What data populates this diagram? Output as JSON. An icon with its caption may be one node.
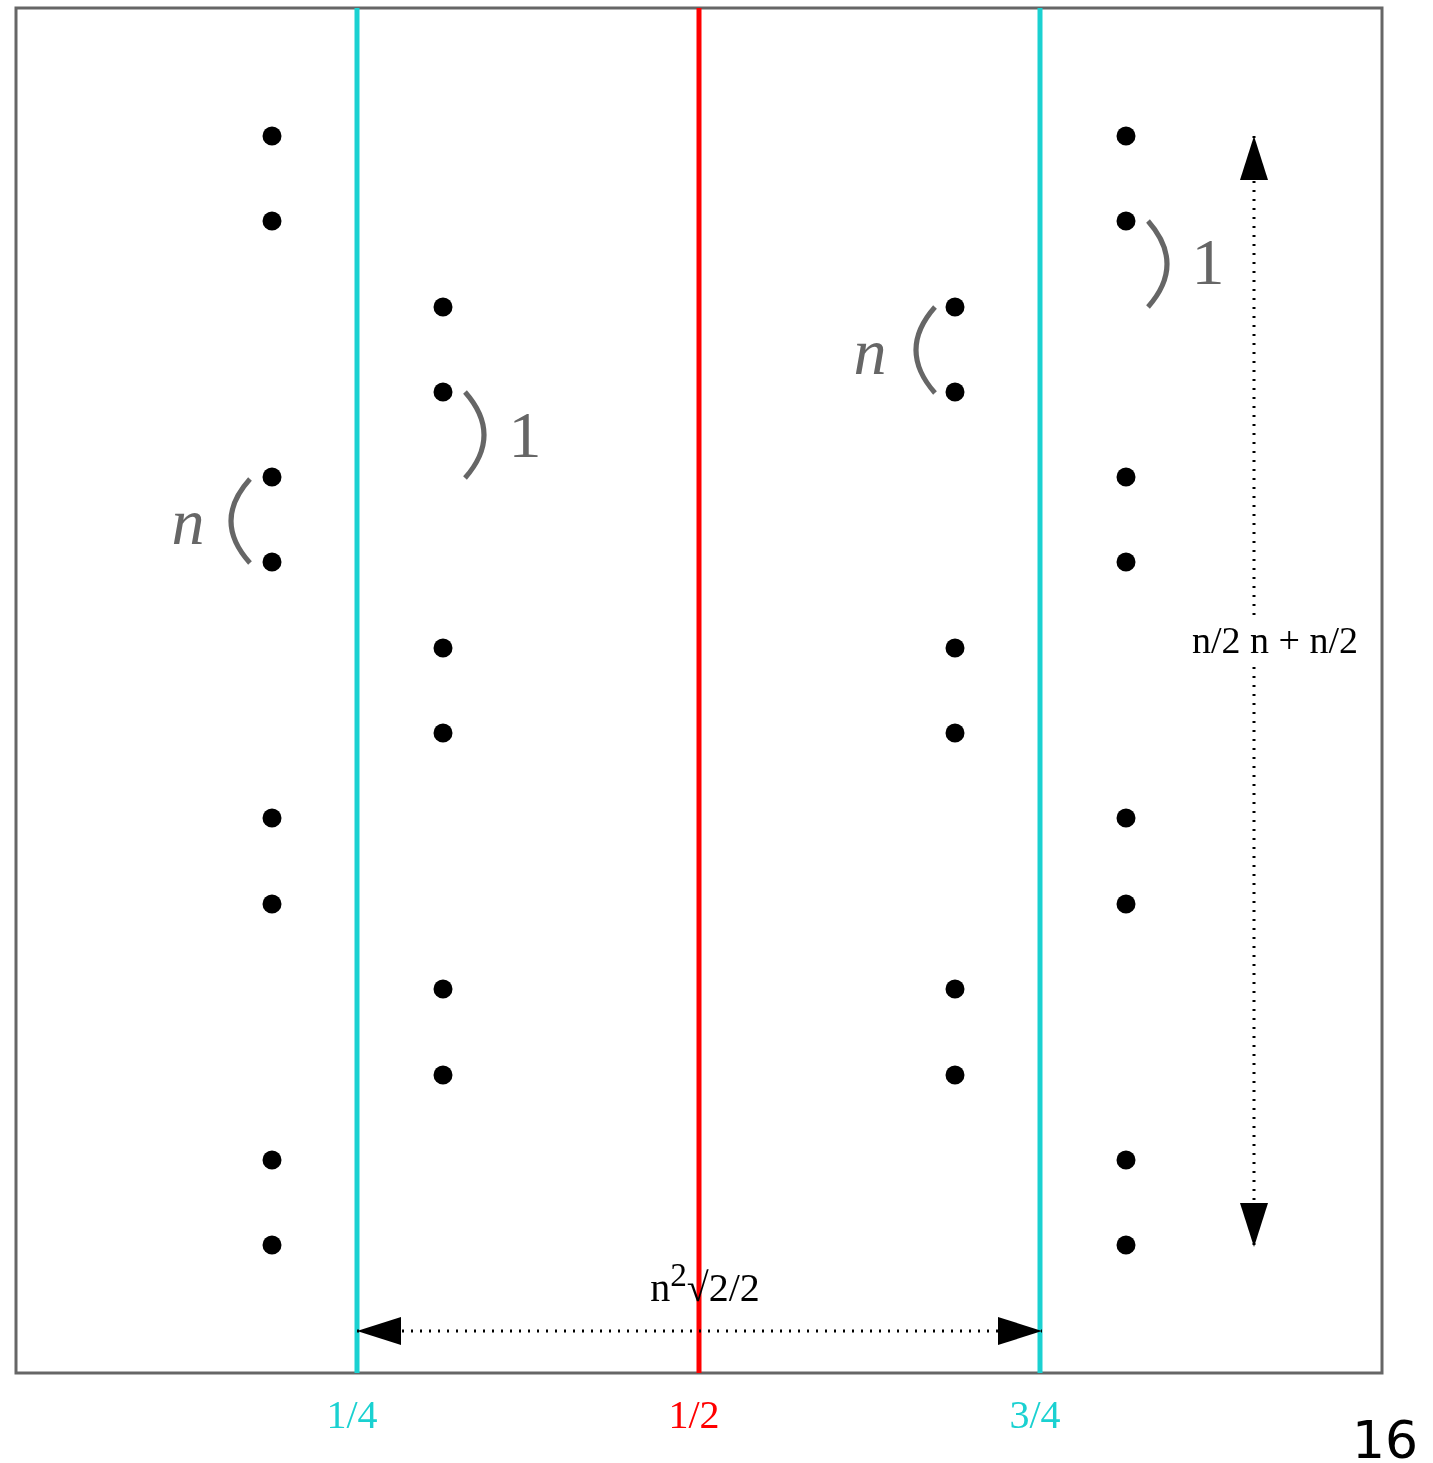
{
  "diagram": {
    "labels": [
      "1",
      "n",
      "1",
      "n",
      "n/2 n + n/2",
      "n$^{2}$√2/2",
      "1/4",
      "1/2",
      "3/4",
      "16"
    ]
  }
}
